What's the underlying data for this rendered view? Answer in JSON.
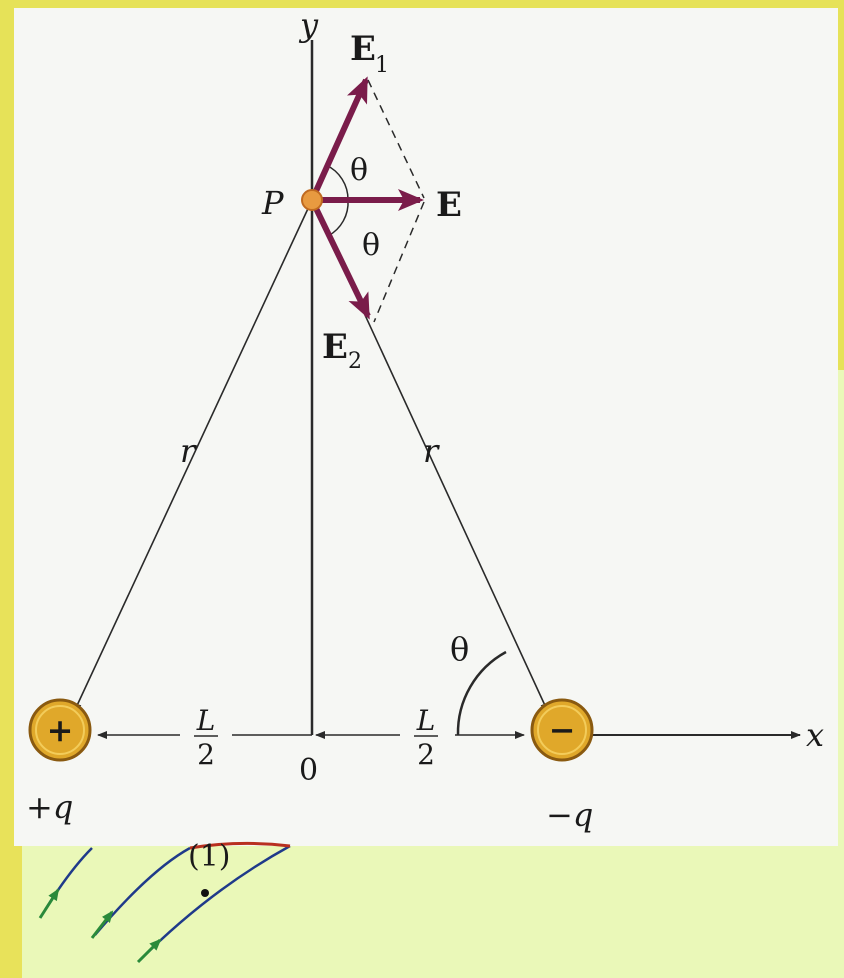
{
  "figure": {
    "axis": {
      "y_label": "y",
      "x_label": "x",
      "origin_label": "0"
    },
    "point": {
      "label": "P"
    },
    "vectors": {
      "e1_label": "E",
      "e1_sub": "1",
      "e2_label": "E",
      "e2_sub": "2",
      "e_label": "E"
    },
    "angles": {
      "upper": "θ",
      "lower": "θ",
      "bottom": "θ"
    },
    "distances": {
      "r_left": "r",
      "r_right": "r",
      "half_left_num": "L",
      "half_left_den": "2",
      "half_right_num": "L",
      "half_right_den": "2"
    },
    "charges": {
      "positive_symbol": "+",
      "negative_symbol": "−",
      "positive_label": "+q",
      "negative_label": "−q"
    },
    "fragment": {
      "label": "(1)"
    }
  },
  "colors": {
    "arrow": "#7a1c4a",
    "charge_fill": "#e0a82a",
    "point_fill": "#e89a40",
    "line": "#2a2a2a",
    "figure_bg": "#f6f7f4",
    "slide_bg": "#eaf8b8",
    "frame_yellow": "#e6e258"
  }
}
